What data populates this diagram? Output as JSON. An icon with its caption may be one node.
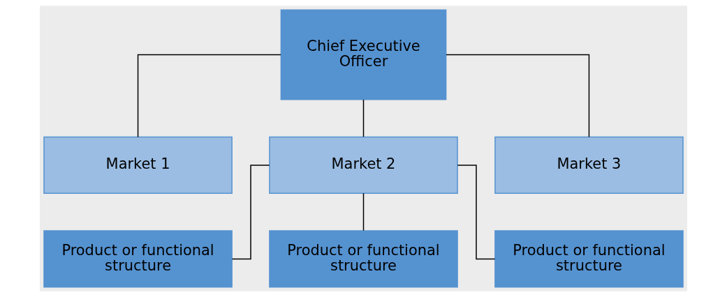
{
  "diagram": {
    "nodes": [
      {
        "text": [
          "Chief Executive Officer"
        ]
      },
      {
        "text": [
          "Market 1"
        ]
      },
      {
        "text": [
          "Market 2"
        ]
      },
      {
        "text": [
          "Market 3"
        ]
      },
      {
        "text": [
          "Product or functional structure"
        ]
      },
      {
        "text": [
          "Product or functional structure"
        ]
      },
      {
        "text": [
          "Product or functional structure"
        ]
      }
    ],
    "edges": [
      {
        "from": 0,
        "to": 1,
        "arrow": "none"
      },
      {
        "from": 0,
        "to": 2,
        "arrow": "none"
      },
      {
        "from": 0,
        "to": 3,
        "arrow": "none"
      },
      {
        "from": 2,
        "to": 4,
        "arrow": "none"
      },
      {
        "from": 2,
        "to": 5,
        "arrow": "none"
      },
      {
        "from": 2,
        "to": 6,
        "arrow": "none"
      }
    ]
  }
}
